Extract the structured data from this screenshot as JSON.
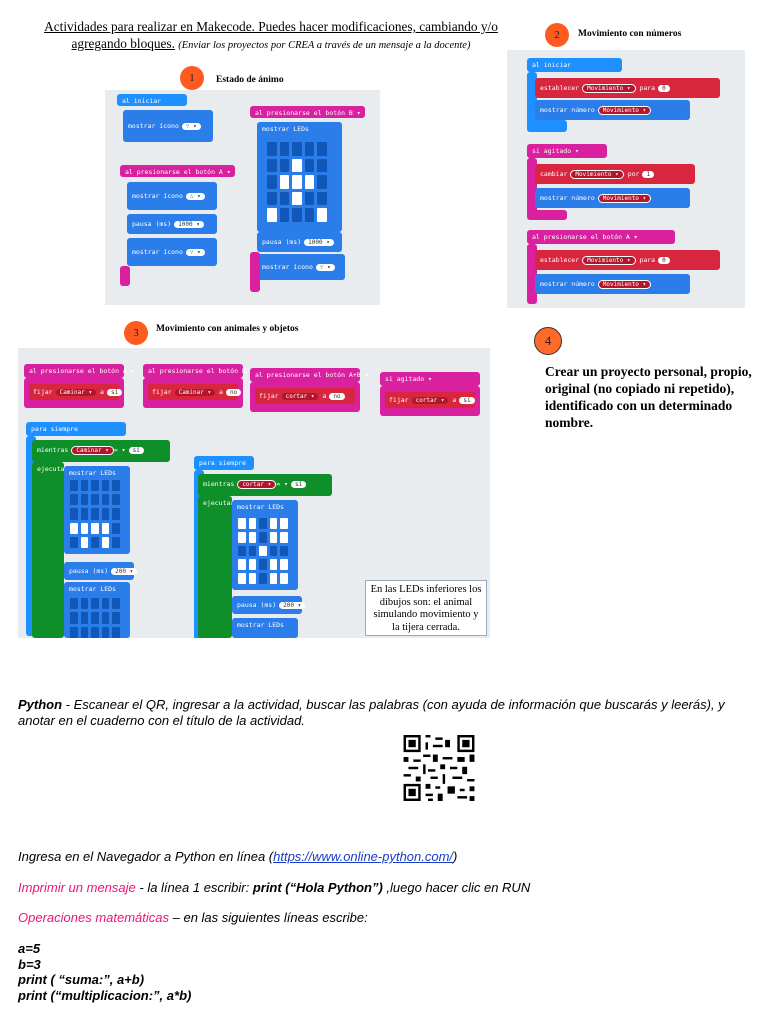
{
  "header": {
    "line1": "Actividades para realizar en Makecode. Puedes hacer modificaciones, cambiando y/o",
    "line2": "agregando bloques.",
    "note": "(Enviar los proyectos por CREA a través de un mensaje a la docente)"
  },
  "sections": [
    {
      "num": "1",
      "title": "Estado de ánimo"
    },
    {
      "num": "2",
      "title": "Movimiento con números"
    },
    {
      "num": "3",
      "title": "Movimiento con animales y objetos"
    },
    {
      "num": "4",
      "title": "Crear un proyecto personal, propio, original (no copiado ni repetido), identificado con un determinado nombre."
    }
  ],
  "panel1": {
    "al_iniciar": "al iniciar",
    "mostrar_icono": "mostrar ícono",
    "boton_a": "al presionarse el botón  A ▾",
    "pausa": "pausa (ms)",
    "pausa_val": "1000 ▾",
    "boton_b": "al presionarse el botón  B ▾",
    "mostrar_leds": "mostrar LEDs"
  },
  "panel2": {
    "al_iniciar": "al iniciar",
    "establecer": "establecer",
    "var": "Movimiento ▾",
    "para": "para",
    "zero": "0",
    "mostrar_numero": "mostrar número",
    "var2": "Movimiento ▾",
    "agitado": "si  agitado ▾",
    "cambiar": "cambiar",
    "por": "por",
    "one": "1",
    "boton_a": "al presionarse el botón  A ▾"
  },
  "panel3": {
    "boton_a": "al presionarse el botón  A ▾",
    "boton_b": "al presionarse el botón  B ▾",
    "boton_ab": "al presionarse el botón  A+B ▾",
    "agitado": "si  agitado ▾",
    "fijar": "fijar",
    "caminar": "Caminar ▾",
    "cortar": "cortar ▾",
    "a": "a",
    "si": "sí",
    "no": "no",
    "para_siempre": "para siempre",
    "mientras": "mientras",
    "eq": "= ▾",
    "ejecutar": "ejecutar",
    "mostrar_leds": "mostrar LEDs",
    "pausa": "pausa (ms)",
    "pausa_200": "200 ▾",
    "caption": "En las LEDs inferiores los dibujos son: el animal simulando movimiento y la tijera cerrada."
  },
  "python": {
    "title": "Python",
    "intro": " - Escanear el QR, ingresar a la actividad, buscar las palabras (con ayuda de información que buscarás y leerás), y anotar en el cuaderno con el título de la actividad.",
    "nav_text": "Ingresa en el Navegador a Python en línea (",
    "nav_link": "https://www.online-python.com/",
    "nav_close": ")",
    "print_label": "Imprimir un mensaje",
    "print_text": " -  la línea 1 escribir: ",
    "print_code": "print (“Hola Python”)",
    "print_after": "      ,luego hacer clic en RUN",
    "ops_label": "Operaciones matemáticas",
    "ops_text": " – en las siguientes líneas escribe:",
    "code": [
      "a=5",
      "b=3",
      "print ( “suma:”, a+b)",
      "print (“multiplicacion:”, a*b)"
    ]
  }
}
